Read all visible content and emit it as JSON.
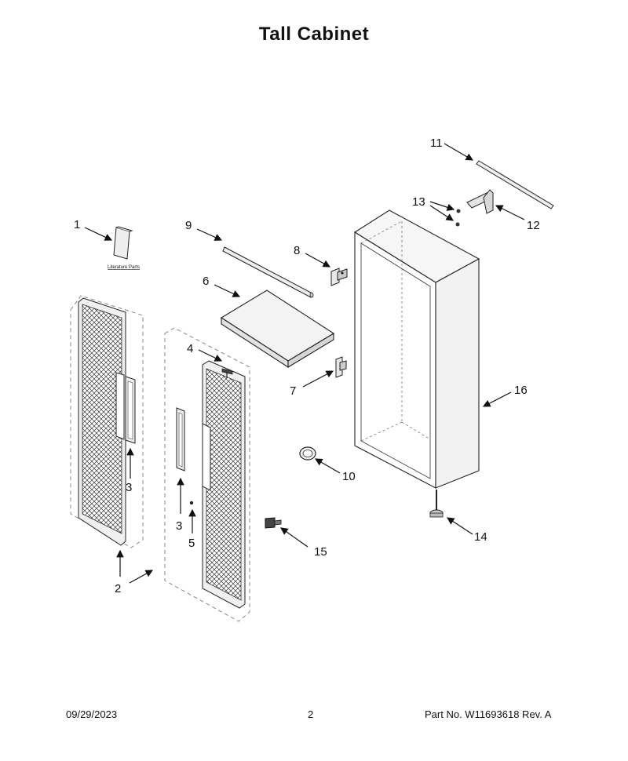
{
  "title": "Tall  Cabinet",
  "footer": {
    "date": "09/29/2023",
    "page": "2",
    "part_no": "Part No.  W11693618  Rev.  A"
  },
  "literature_label": "Literature Parts",
  "callouts": [
    {
      "id": "1",
      "label": "1"
    },
    {
      "id": "2",
      "label": "2"
    },
    {
      "id": "3a",
      "label": "3"
    },
    {
      "id": "3b",
      "label": "3"
    },
    {
      "id": "4",
      "label": "4"
    },
    {
      "id": "5",
      "label": "5"
    },
    {
      "id": "6",
      "label": "6"
    },
    {
      "id": "7",
      "label": "7"
    },
    {
      "id": "8",
      "label": "8"
    },
    {
      "id": "9",
      "label": "9"
    },
    {
      "id": "10",
      "label": "10"
    },
    {
      "id": "11",
      "label": "11"
    },
    {
      "id": "12",
      "label": "12"
    },
    {
      "id": "13",
      "label": "13"
    },
    {
      "id": "14",
      "label": "14"
    },
    {
      "id": "15",
      "label": "15"
    },
    {
      "id": "16",
      "label": "16"
    }
  ]
}
